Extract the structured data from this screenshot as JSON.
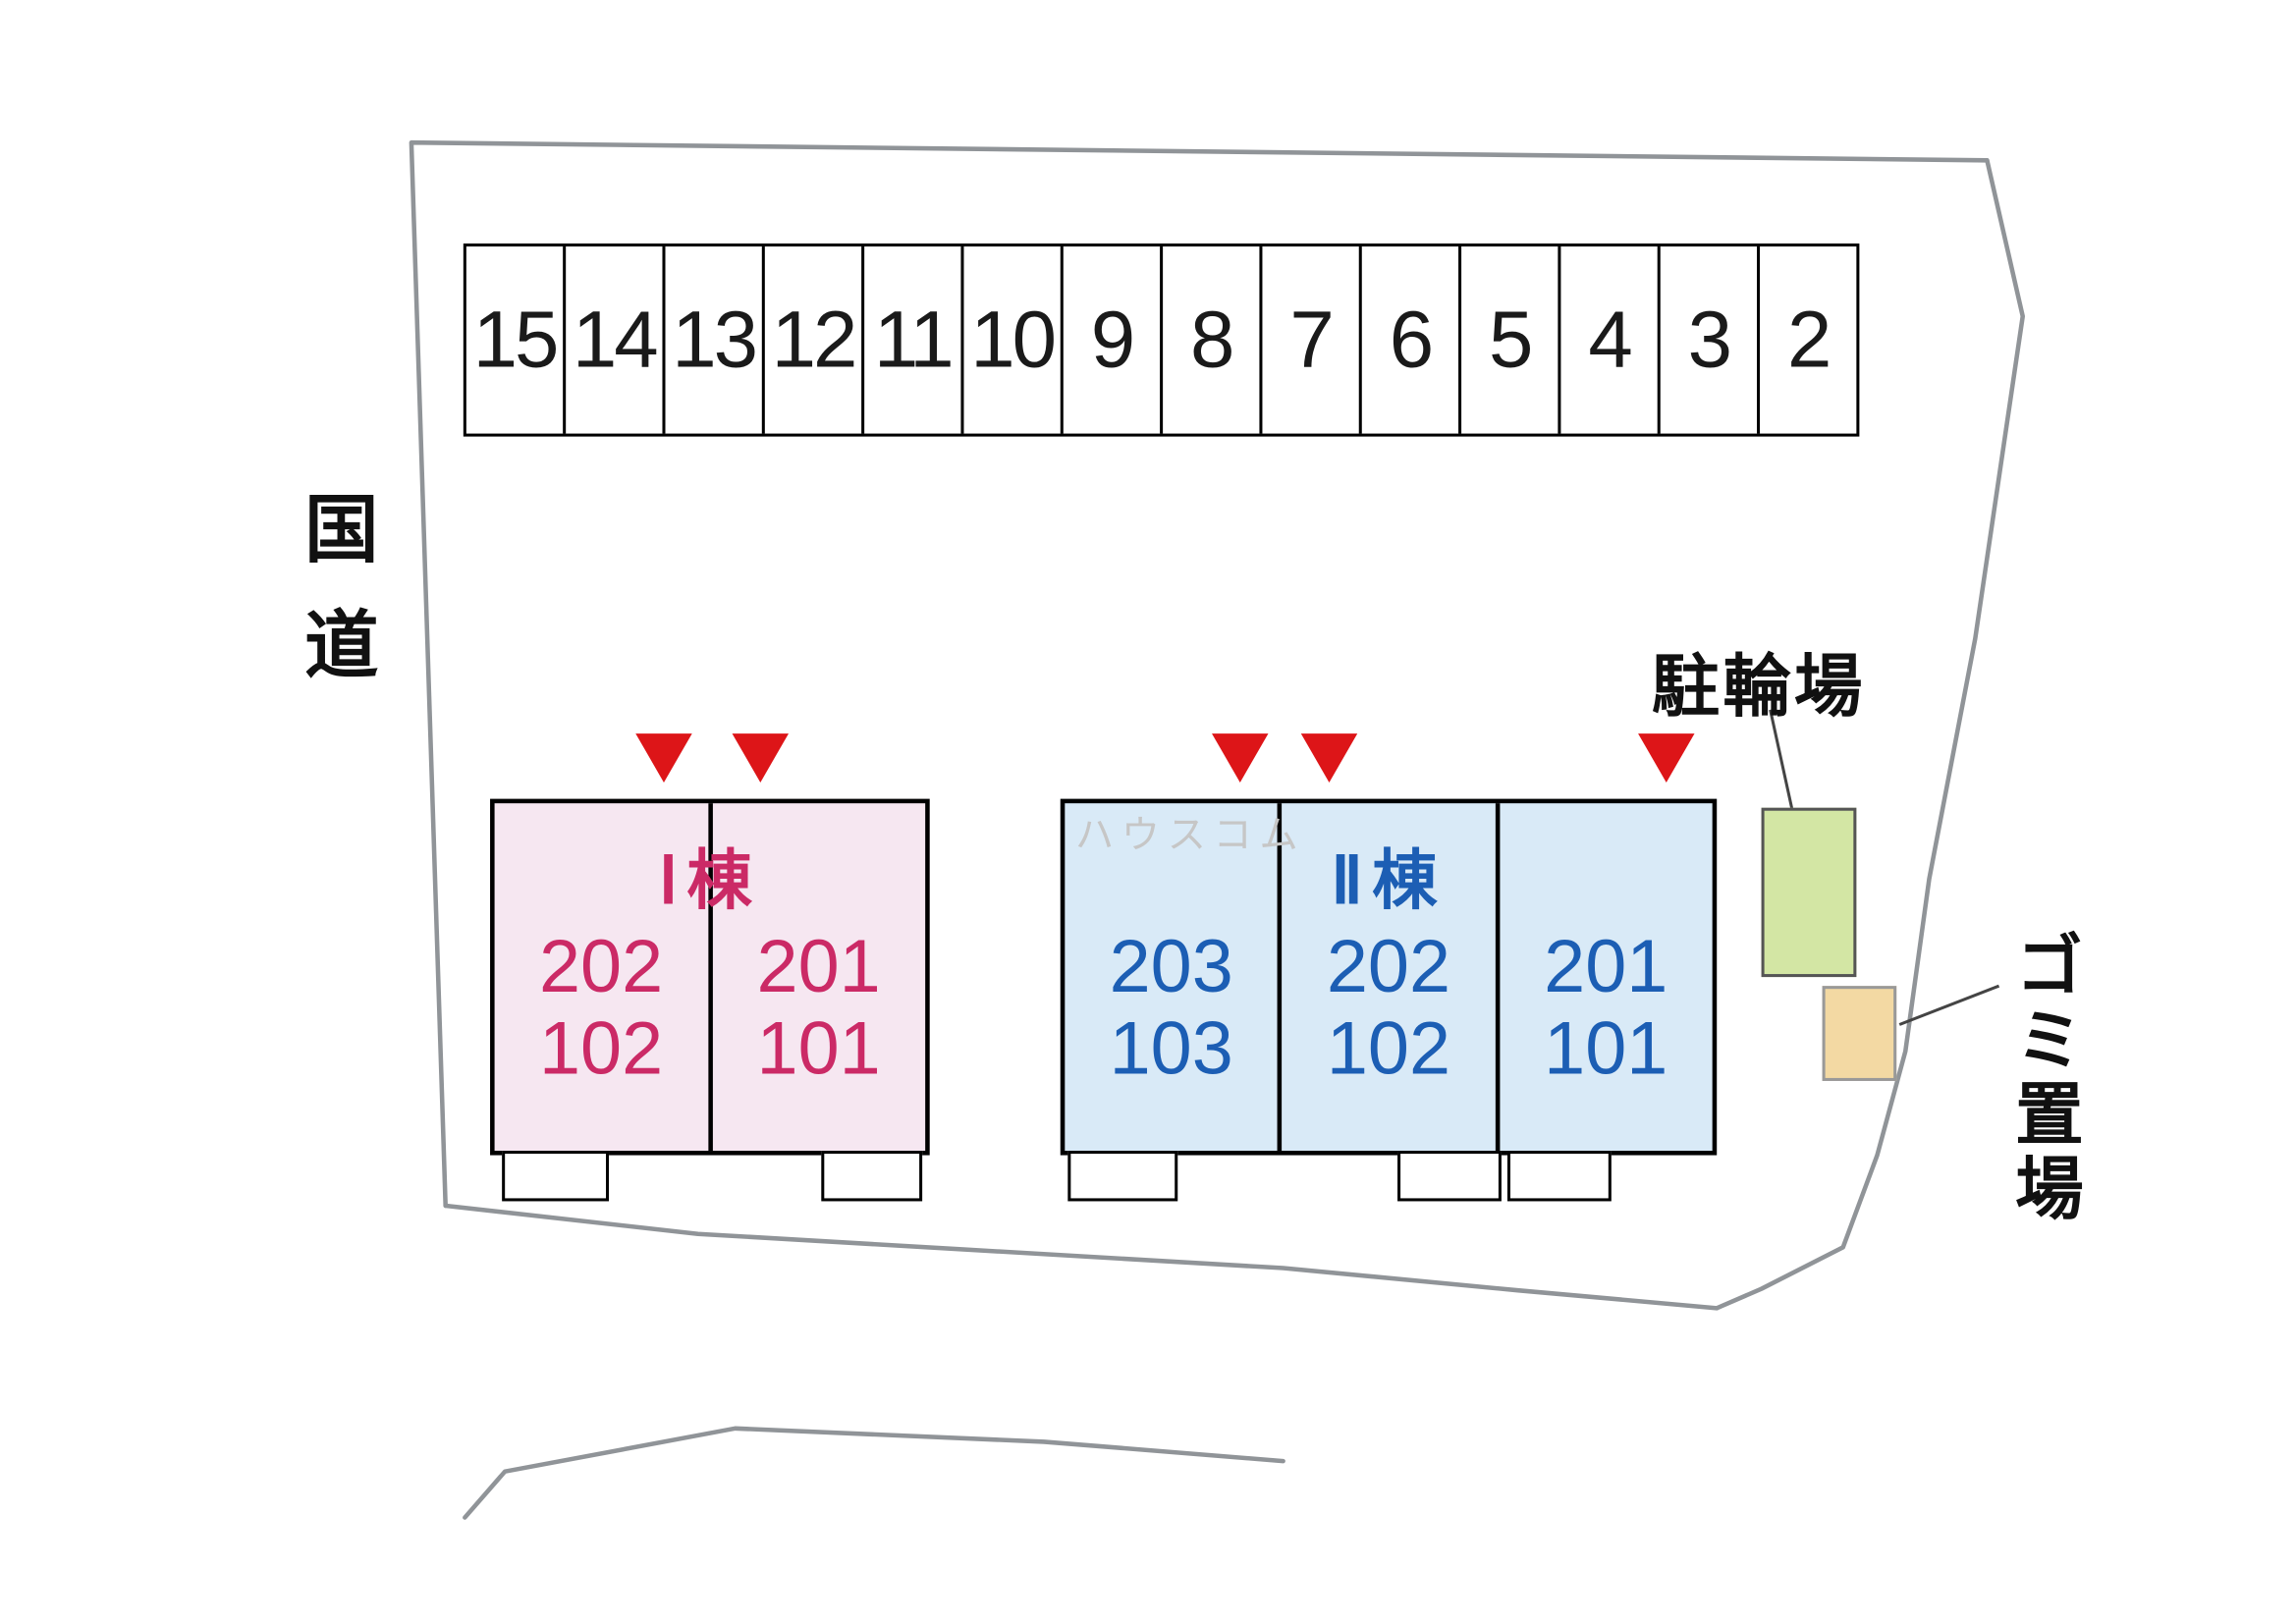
{
  "watermark": "ハウスコム",
  "road_label": "国道",
  "bicycle_label": "駐輪場",
  "garbage_label": "ゴミ置場",
  "parking": {
    "stalls": [
      "15",
      "14",
      "13",
      "12",
      "11",
      "10",
      "9",
      "8",
      "7",
      "6",
      "5",
      "4",
      "3",
      "2"
    ]
  },
  "buildings": [
    {
      "name": "Ⅰ棟",
      "units": [
        {
          "line1": "202",
          "line2": "102"
        },
        {
          "line1": "201",
          "line2": "101"
        }
      ]
    },
    {
      "name": "Ⅱ棟",
      "units": [
        {
          "line1": "203",
          "line2": "103"
        },
        {
          "line1": "202",
          "line2": "102"
        },
        {
          "line1": "201",
          "line2": "101"
        }
      ]
    }
  ],
  "colors": {
    "building1_text": "#cb2a66",
    "building1_fill": "#f6e7f1",
    "building2_text": "#1c5eb4",
    "building2_fill": "#d9eaf7",
    "marker_red": "#dd1518",
    "bicycle_fill": "#d3e6a4",
    "garbage_fill": "#f3d9a3",
    "boundary_gray": "#909498",
    "stall_text": "#1a1a1a"
  }
}
